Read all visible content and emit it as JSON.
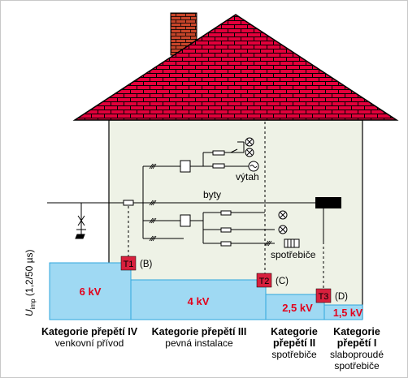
{
  "axis": {
    "label_main": "U",
    "label_sub": "imp",
    "label_rest": " (1,2/50 µs)"
  },
  "zones": [
    {
      "voltage": "6 kV",
      "category": "Kategorie přepětí IV",
      "description": "venkovní přívod"
    },
    {
      "voltage": "4 kV",
      "category": "Kategorie přepětí III",
      "description": "pevná instalace"
    },
    {
      "voltage": "2,5 kV",
      "category": "Kategorie přepětí II",
      "description": "spotřebiče"
    },
    {
      "voltage": "1,5 kV",
      "category": "Kategorie přepětí I",
      "description": "slaboproudé spotřebiče"
    }
  ],
  "protectors": [
    {
      "tag": "T1",
      "class": "(B)"
    },
    {
      "tag": "T2",
      "class": "(C)"
    },
    {
      "tag": "T3",
      "class": "(D)"
    }
  ],
  "labels": {
    "elevator": "výtah",
    "flats": "byty",
    "appliances": "spotřebiče"
  },
  "colors": {
    "roof": "#e3003b",
    "brick_mortar": "#000000",
    "wall": "#eef2e6",
    "zone_fill": "#9fd9f3",
    "zone_stroke": "#2fa6dc",
    "protector": "#d8203d",
    "voltage_text": "#e3001b",
    "chimney": "#c7452a"
  }
}
